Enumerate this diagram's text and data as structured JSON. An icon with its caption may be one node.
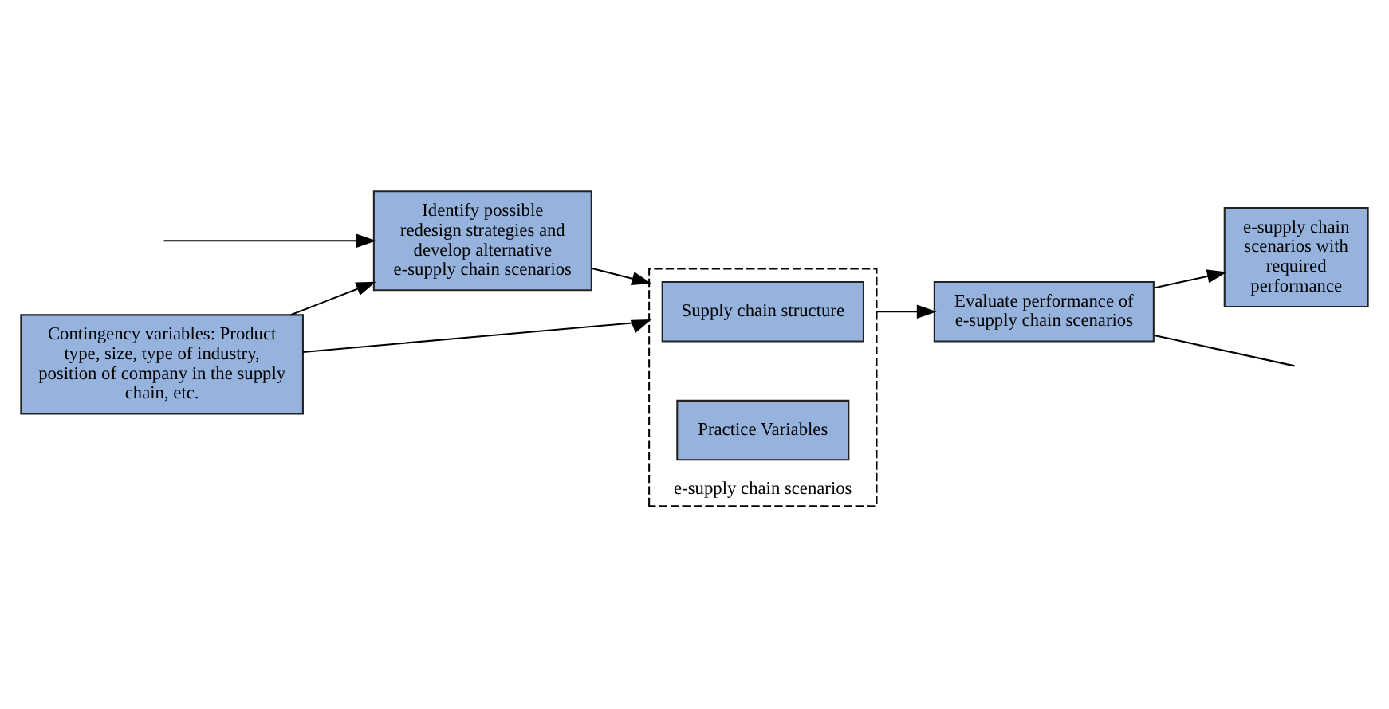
{
  "diagram": {
    "nodes": [
      {
        "text": [
          "Identify possible redesign strategies and develop alternative e-supply chain scenarios"
        ]
      },
      {
        "text": [
          "e-supply chain scenarios"
        ]
      },
      {
        "text": [
          "Supply chain structure"
        ],
        "in": 1
      },
      {
        "text": [
          "Practice Variables"
        ],
        "in": 1
      },
      {
        "text": [
          "Evaluate performance of e-supply chain scenarios"
        ]
      },
      {
        "text": [
          "e-supply chain scenarios with required performance"
        ]
      },
      {
        "text": [
          "Contingency variables: Product type, size, type of industry, position of company in the supply chain, etc."
        ]
      }
    ],
    "edges": [
      {
        "from": 0,
        "to": 1,
        "arrow": "to"
      },
      {
        "from": 1,
        "to": 4,
        "arrow": "to"
      },
      {
        "from": 4,
        "to": 5,
        "arrow": "to"
      },
      {
        "from": 6,
        "to": 1,
        "arrow": "to"
      },
      {
        "from": 6,
        "to": 0,
        "arrow": "to"
      },
      {
        "from": null,
        "to": 0,
        "arrow": "to"
      },
      {
        "from": 4,
        "to": null,
        "arrow": "none"
      }
    ]
  }
}
